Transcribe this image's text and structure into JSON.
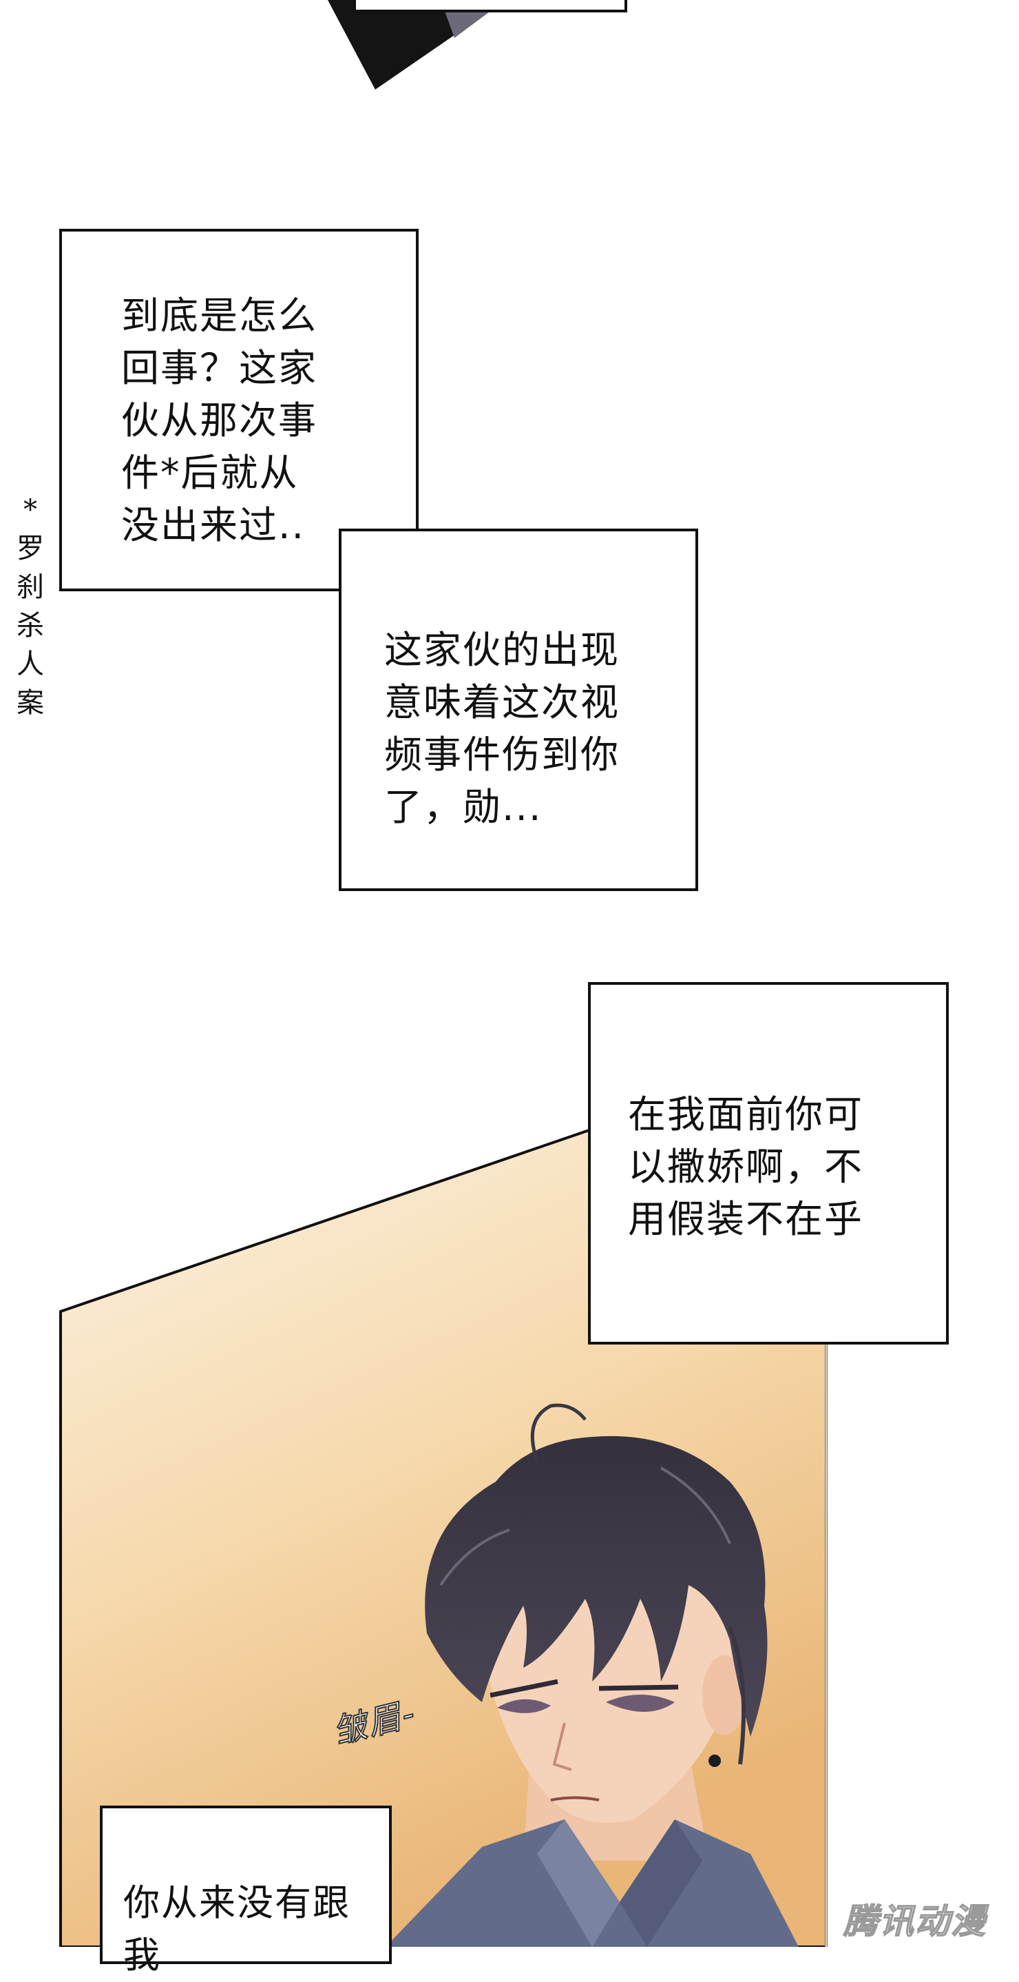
{
  "panels": {
    "box1": {
      "lines": "到底是怎么\n回事？这家\n伙从那次事\n件*后就从\n没出来过.."
    },
    "box2": {
      "lines": "这家伙的出现\n意味着这次视\n频事件伤到你\n了，勋..."
    },
    "box3": {
      "lines": "在我面前你可\n以撒娇啊，不\n用假装不在乎"
    },
    "box4": {
      "lines": "你从来没有跟\n我"
    }
  },
  "footnote": {
    "text": "*\n罗\n刹\n杀\n人\n案"
  },
  "sfx": {
    "text": "皱眉-"
  },
  "watermark": {
    "text": "腾讯动漫"
  },
  "colors": {
    "panel_bg_top": "#fdf6ec",
    "panel_bg_bottom": "#eab878",
    "hair": "#3e3b48",
    "shirt": "#626a88",
    "skin": "#f4d2b8"
  }
}
